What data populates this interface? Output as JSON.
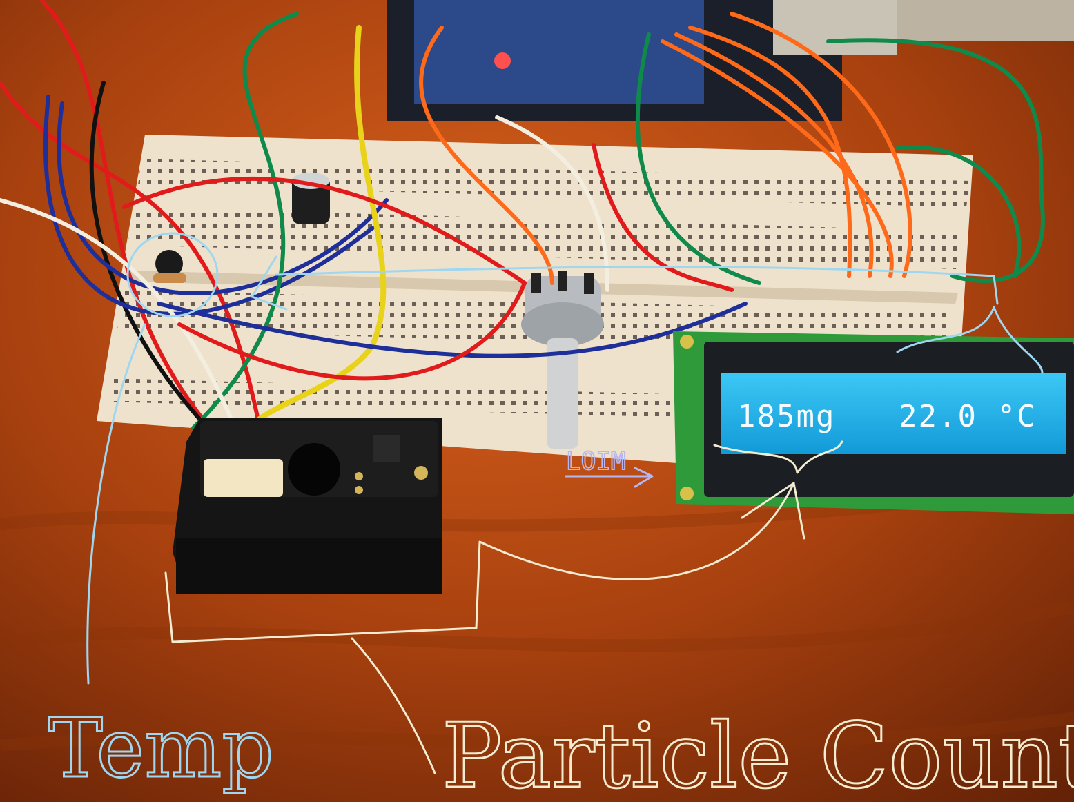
{
  "lcd": {
    "line1_left": "185mg",
    "line1_right": "22.0 °C"
  },
  "annotations": {
    "temp_label": "Temp",
    "particle_label": "Particle Counter",
    "pot_label": "LOIM"
  },
  "colors": {
    "table": "#a8410f",
    "breadboard": "#efe2cc",
    "lcd_backlight": "#22b7ef",
    "pcb_green": "#2f9a3a",
    "annotation_blue": "#9fd6f0",
    "annotation_cream": "#f3ecd0"
  }
}
